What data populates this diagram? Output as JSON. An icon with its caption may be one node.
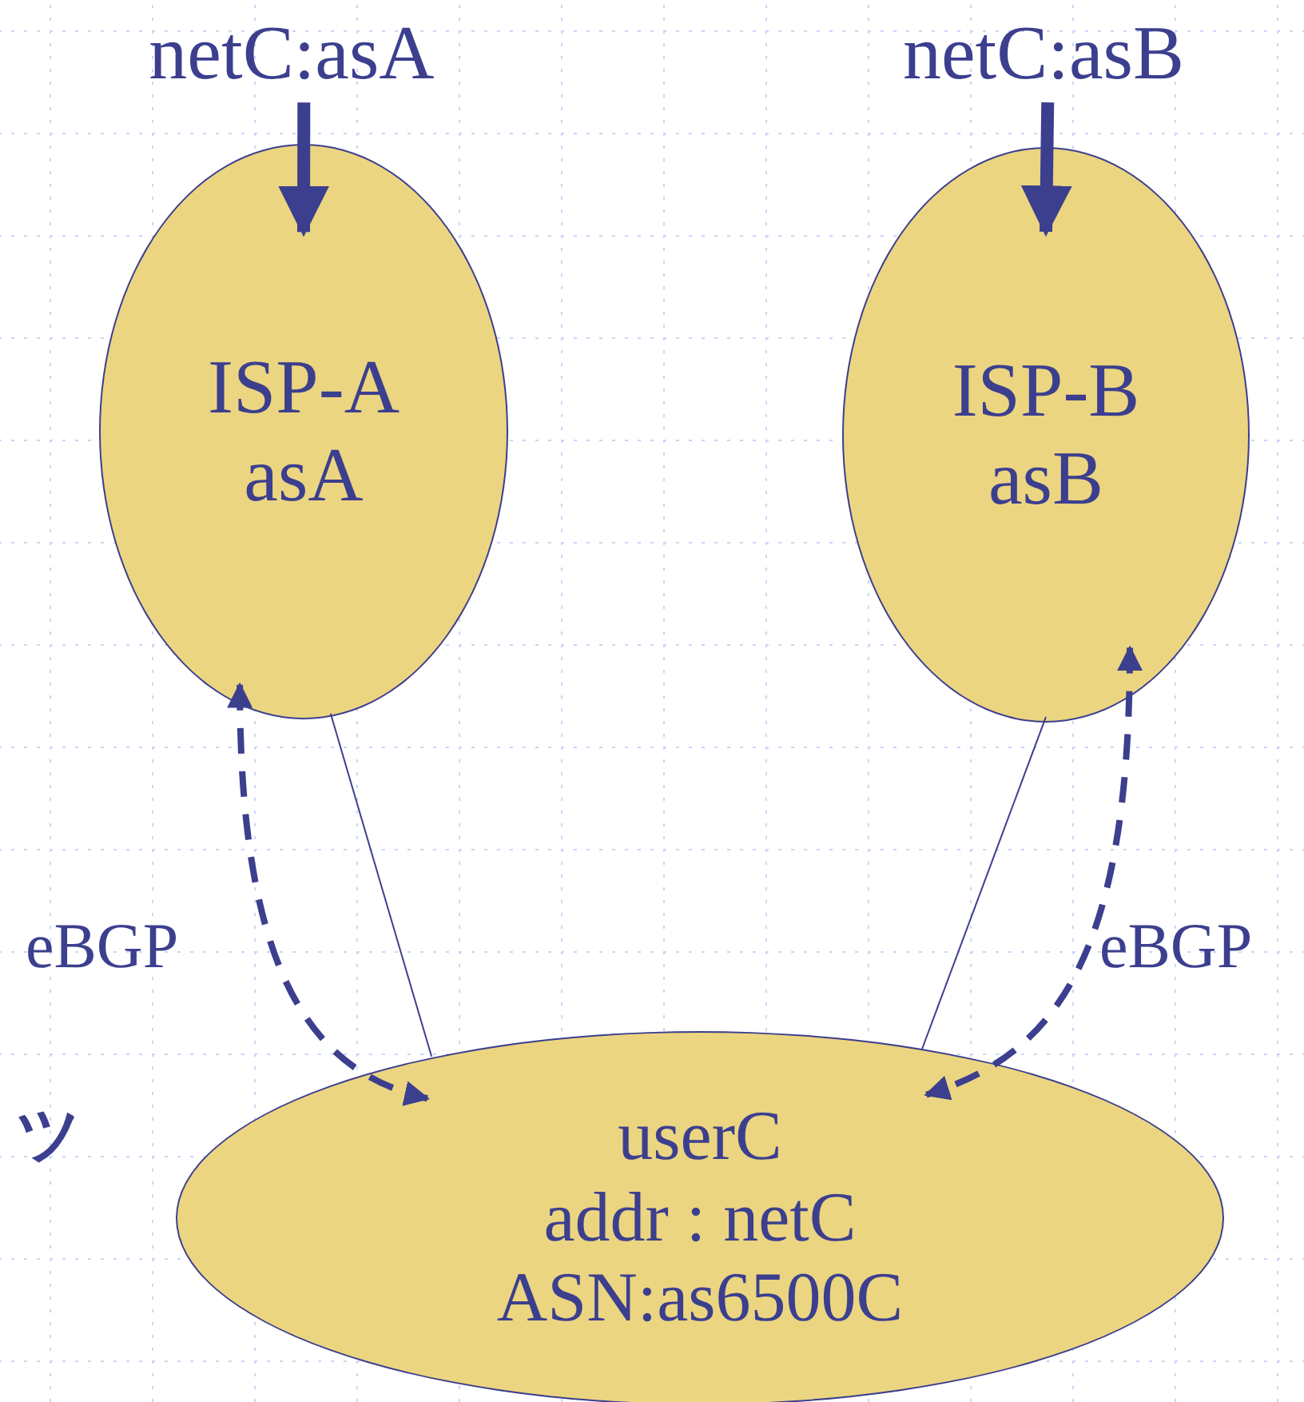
{
  "diagram": {
    "nodes": [
      {
        "text": [
          "netC:asA"
        ]
      },
      {
        "text": [
          "netC:asB"
        ]
      },
      {
        "text": [
          "ISP-A",
          "asA"
        ]
      },
      {
        "text": [
          "ISP-B",
          "asB"
        ]
      },
      {
        "text": [
          "userC",
          "addr : netC",
          "ASN:as6500C"
        ]
      }
    ],
    "edges": [
      {
        "from": 0,
        "to": 2,
        "arrow": "to",
        "style": "thick"
      },
      {
        "from": 1,
        "to": 3,
        "arrow": "to",
        "style": "thick"
      },
      {
        "from": 2,
        "to": 4,
        "arrow": "none"
      },
      {
        "from": 3,
        "to": 4,
        "arrow": "none"
      },
      {
        "from": 2,
        "to": 4,
        "arrow": "both",
        "style": "dashed",
        "label": "eBGP"
      },
      {
        "from": 3,
        "to": 4,
        "arrow": "both",
        "style": "dashed",
        "label": "eBGP"
      }
    ],
    "labels": [
      "ツ"
    ]
  }
}
